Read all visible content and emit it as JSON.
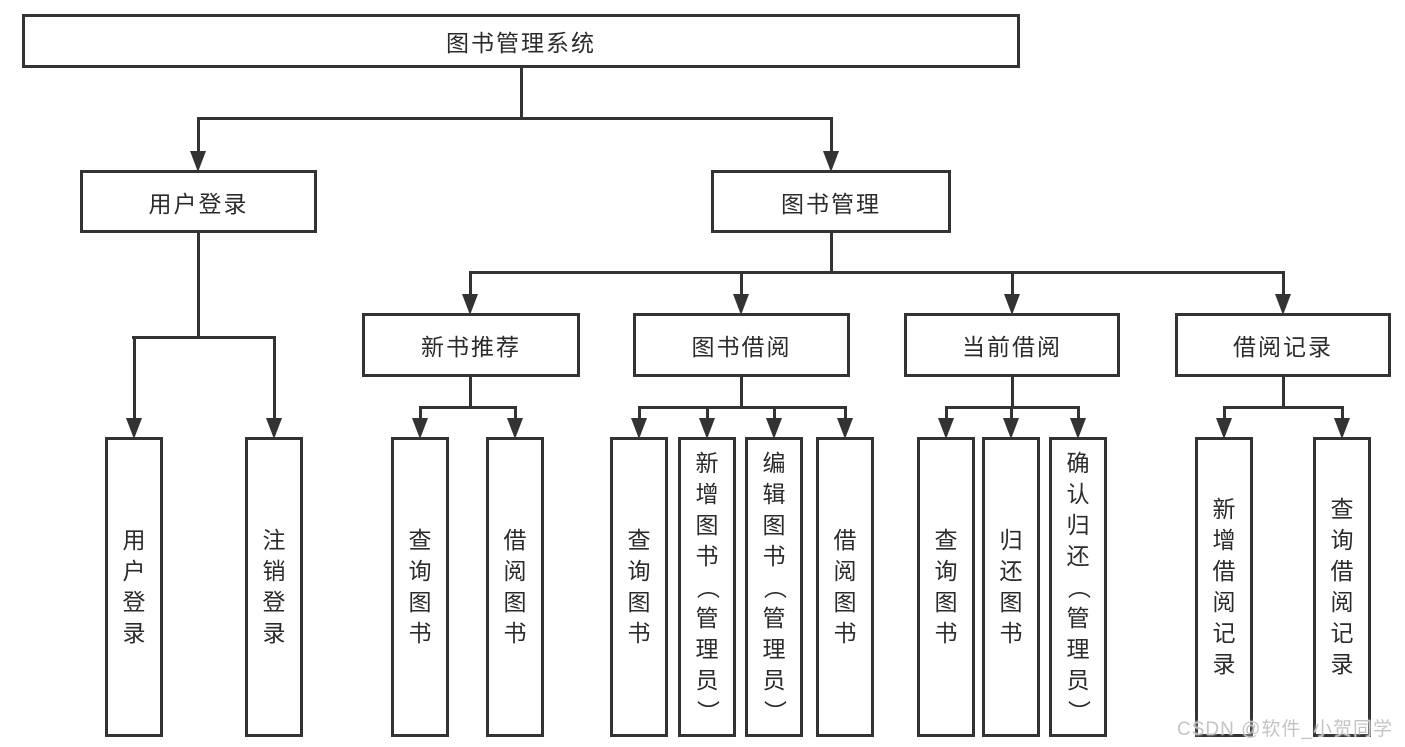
{
  "tree": {
    "label": "图书管理系统",
    "children": [
      {
        "label": "用户登录",
        "children": [
          {
            "label": "用户登录"
          },
          {
            "label": "注销登录"
          }
        ]
      },
      {
        "label": "图书管理",
        "children": [
          {
            "label": "新书推荐",
            "children": [
              {
                "label": "查询图书"
              },
              {
                "label": "借阅图书"
              }
            ]
          },
          {
            "label": "图书借阅",
            "children": [
              {
                "label": "查询图书"
              },
              {
                "label": "新增图书（管理员）"
              },
              {
                "label": "编辑图书（管理员）"
              },
              {
                "label": "借阅图书"
              }
            ]
          },
          {
            "label": "当前借阅",
            "children": [
              {
                "label": "查询图书"
              },
              {
                "label": "归还图书"
              },
              {
                "label": "确认归还（管理员）"
              }
            ]
          },
          {
            "label": "借阅记录",
            "children": [
              {
                "label": "新增借阅记录"
              },
              {
                "label": "查询借阅记录"
              }
            ]
          }
        ]
      }
    ]
  },
  "watermark": {
    "text": "CSDN @软件_小贺同学"
  },
  "colors": {
    "line": "#333333",
    "text": "#2b2b2b",
    "watermark": "#c4c4c4",
    "box_background": "#ffffff"
  }
}
